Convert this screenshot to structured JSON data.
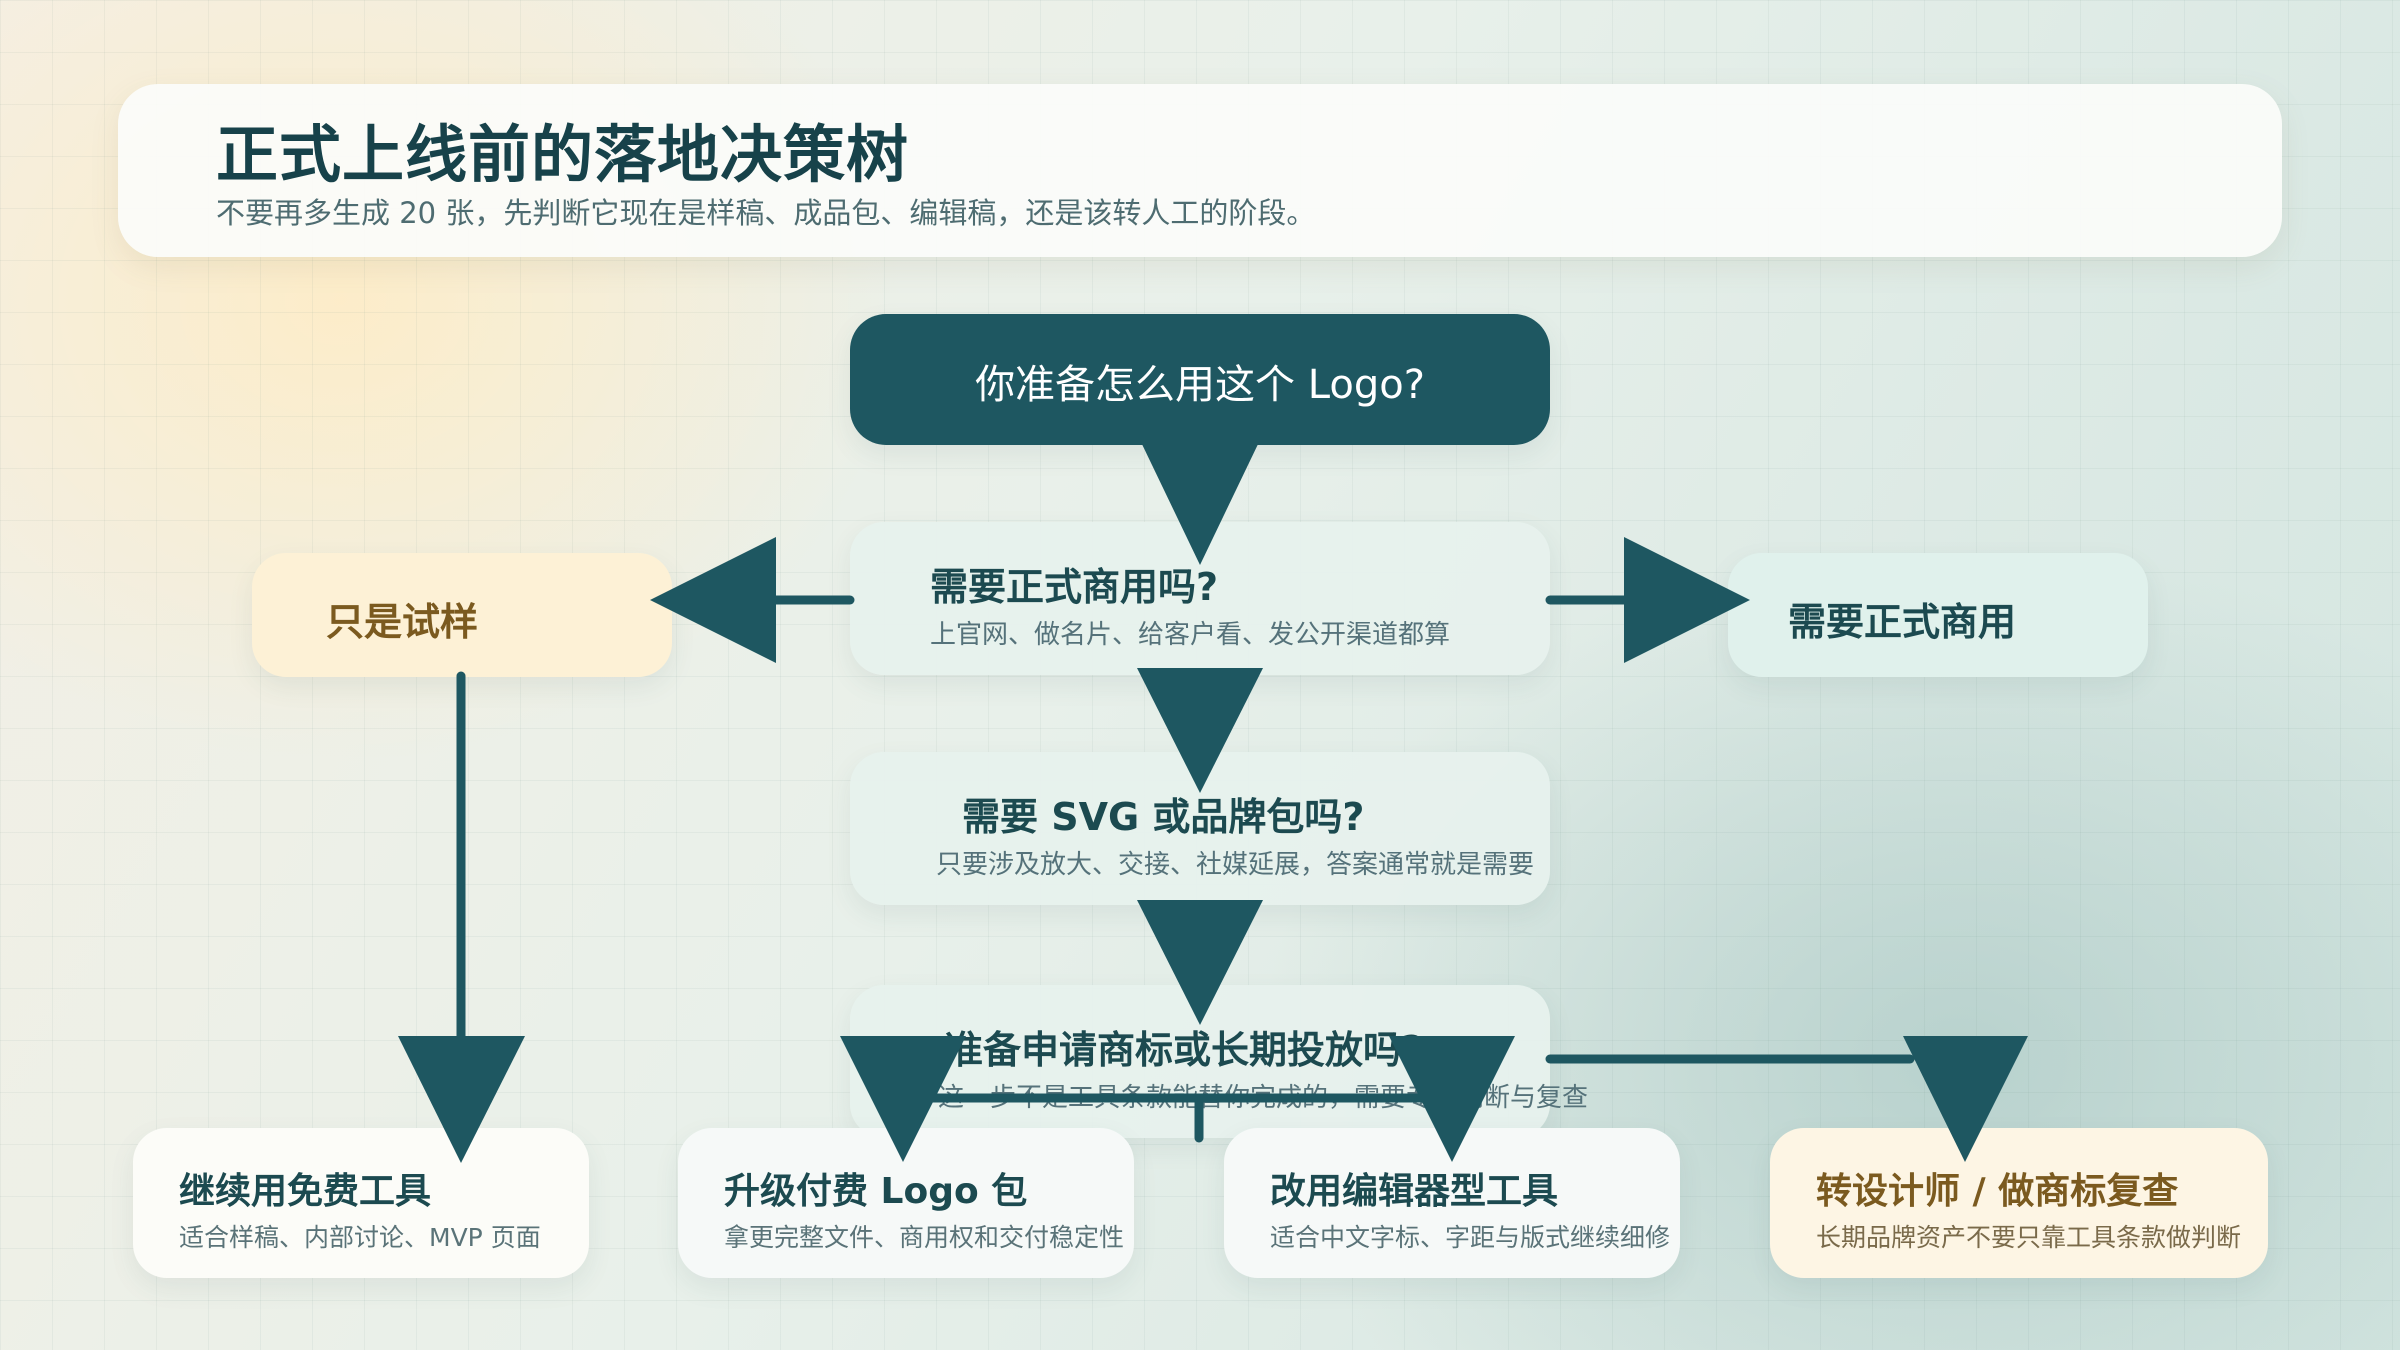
{
  "header": {
    "title": "正式上线前的落地决策树",
    "subtitle": "不要再多生成 20 张，先判断它现在是样稿、成品包、编辑稿，还是该转人工的阶段。"
  },
  "root": {
    "title": "你准备怎么用这个 Logo?"
  },
  "questions": [
    {
      "title": "需要正式商用吗?",
      "subtitle": "上官网、做名片、给客户看、发公开渠道都算"
    },
    {
      "title": "需要 SVG 或品牌包吗?",
      "subtitle": "只要涉及放大、交接、社媒延展，答案通常就是需要"
    },
    {
      "title": "准备申请商标或长期投放吗?",
      "subtitle": "这一步不是工具条款能替你完成的，需要专业判断与复查"
    }
  ],
  "branches": {
    "trial": "只是试样",
    "commercial": "需要正式商用"
  },
  "outcomes": [
    {
      "title": "继续用免费工具",
      "subtitle": "适合样稿、内部讨论、MVP 页面"
    },
    {
      "title": "升级付费 Logo 包",
      "subtitle": "拿更完整文件、商用权和交付稳定性"
    },
    {
      "title": "改用编辑器型工具",
      "subtitle": "适合中文字标、字距与版式继续细修"
    },
    {
      "title": "转设计师 / 做商标复查",
      "subtitle": "长期品牌资产不要只靠工具条款做判断"
    }
  ],
  "colors": {
    "primary": "#1e5761",
    "trial_bg": "#fdf1d6",
    "trial_text": "#7b5a1f",
    "question_bg": "#e7f1ed"
  }
}
